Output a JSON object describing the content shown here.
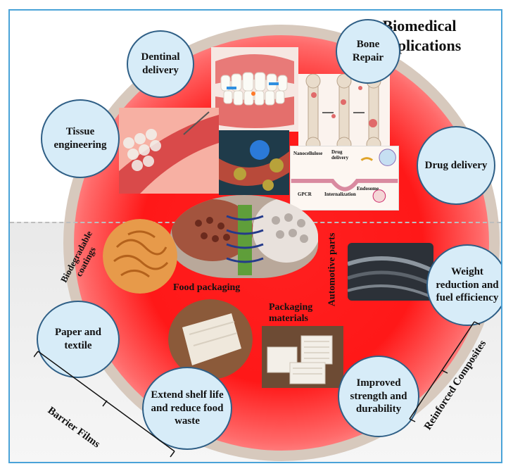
{
  "title": "Biomedical Applications",
  "bubbles": {
    "dentinal_delivery": "Dentinal delivery",
    "bone_repair": "Bone Repair",
    "tissue_engineering": "Tissue engineering",
    "drug_delivery": "Drug delivery",
    "weight_reduction": "Weight reduction and fuel efficiency",
    "paper_textile": "Paper and textile",
    "extend_shelf_life": "Extend shelf life and reduce food waste",
    "improved_strength": "Improved strength and durability"
  },
  "labels": {
    "biodegradable_coatings": "Biodegradable coatings",
    "food_packaging": "Food packaging",
    "automotive_parts": "Automotive parts",
    "packaging_materials": "Packaging materials",
    "barrier_films": "Barrier Films",
    "reinforced_composites": "Reinforced Composites"
  },
  "inset": {
    "nanocellulose": "Nanocellulose",
    "drug_delivery": "Drug delivery",
    "gpcr": "GPCR",
    "internalization": "Internalization",
    "endosome": "Endosome"
  },
  "colors": {
    "frame": "#4aa3d8",
    "bubble_fill": "#d7ecf8",
    "bubble_border": "#2f5f86",
    "core_red": "#ff1818",
    "ring": "#d7c9bd"
  }
}
